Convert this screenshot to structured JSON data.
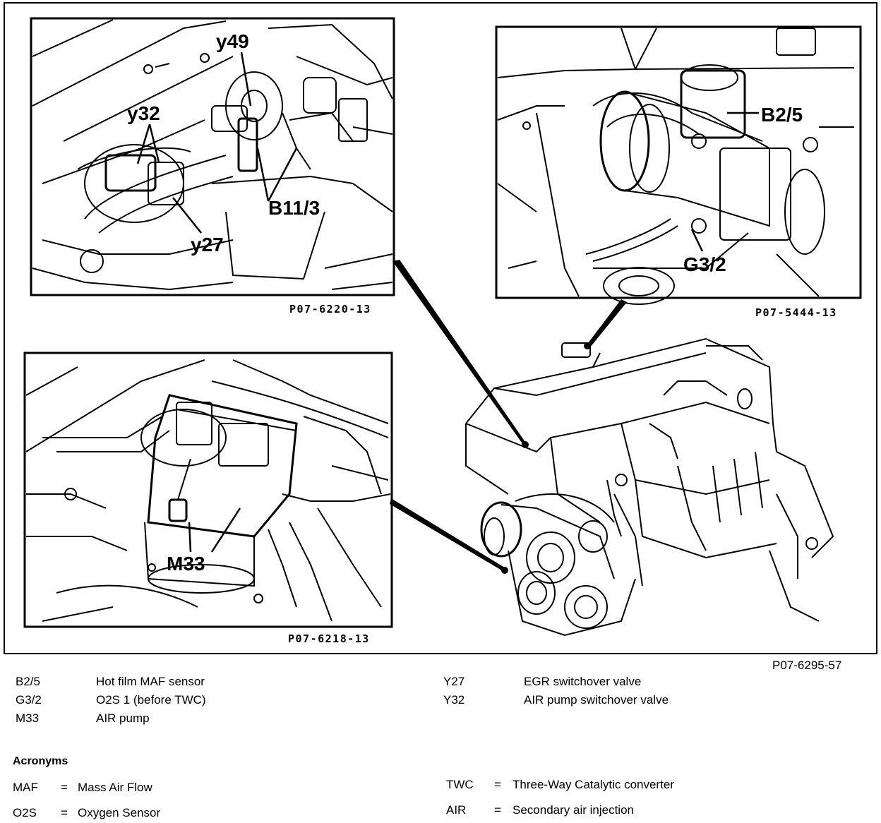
{
  "figure_id": "P07-6295-57",
  "panels": {
    "top_left": {
      "code": "P07-6220-13",
      "callouts": {
        "y49": "y49",
        "y32": "y32",
        "b11_3": "B11/3",
        "y27": "y27"
      }
    },
    "top_right": {
      "code": "P07-5444-13",
      "callouts": {
        "b2_5": "B2/5",
        "g3_2": "G3/2"
      }
    },
    "bottom_left": {
      "code": "P07-6218-13",
      "callouts": {
        "m33": "M33"
      }
    }
  },
  "legend": {
    "left": [
      {
        "code": "B2/5",
        "desc": "Hot film MAF sensor"
      },
      {
        "code": "G3/2",
        "desc": "O2S 1 (before TWC)"
      },
      {
        "code": "M33",
        "desc": "AIR pump"
      }
    ],
    "right": [
      {
        "code": "Y27",
        "desc": "EGR switchover valve"
      },
      {
        "code": "Y32",
        "desc": "AIR pump switchover valve"
      }
    ]
  },
  "acronyms": {
    "title": "Acronyms",
    "items": [
      {
        "abbr": "MAF",
        "eq": "=",
        "desc": "Mass Air Flow"
      },
      {
        "abbr": "O2S",
        "eq": "=",
        "desc": "Oxygen Sensor"
      },
      {
        "abbr": "TWC",
        "eq": "=",
        "desc": "Three-Way Catalytic converter"
      },
      {
        "abbr": "AIR",
        "eq": "=",
        "desc": "Secondary air injection"
      }
    ]
  }
}
